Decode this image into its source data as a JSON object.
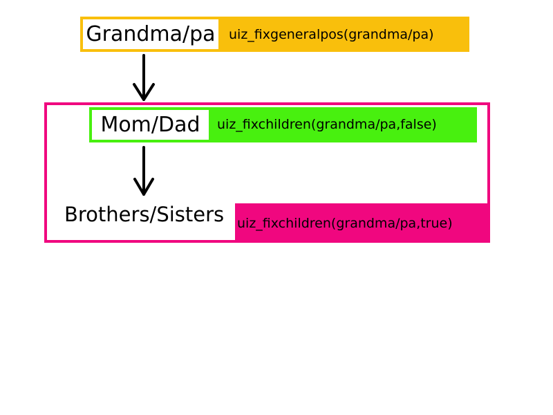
{
  "nodes": {
    "grandparents": {
      "label": "Grandma/pa",
      "code": "uiz_fixgeneralpos(grandma/pa)",
      "color": "#f9bf0c"
    },
    "parents": {
      "label": "Mom/Dad",
      "code": "uiz_fixchildren(grandma/pa,false)",
      "color": "#48f00f"
    },
    "siblings": {
      "label": "Brothers/Sisters",
      "code": "uiz_fixchildren(grandma/pa,true)",
      "color": "#f0077f"
    }
  },
  "edges": [
    {
      "from": "grandparents",
      "to": "parents"
    },
    {
      "from": "parents",
      "to": "siblings"
    }
  ],
  "container_color": "#f0077f"
}
